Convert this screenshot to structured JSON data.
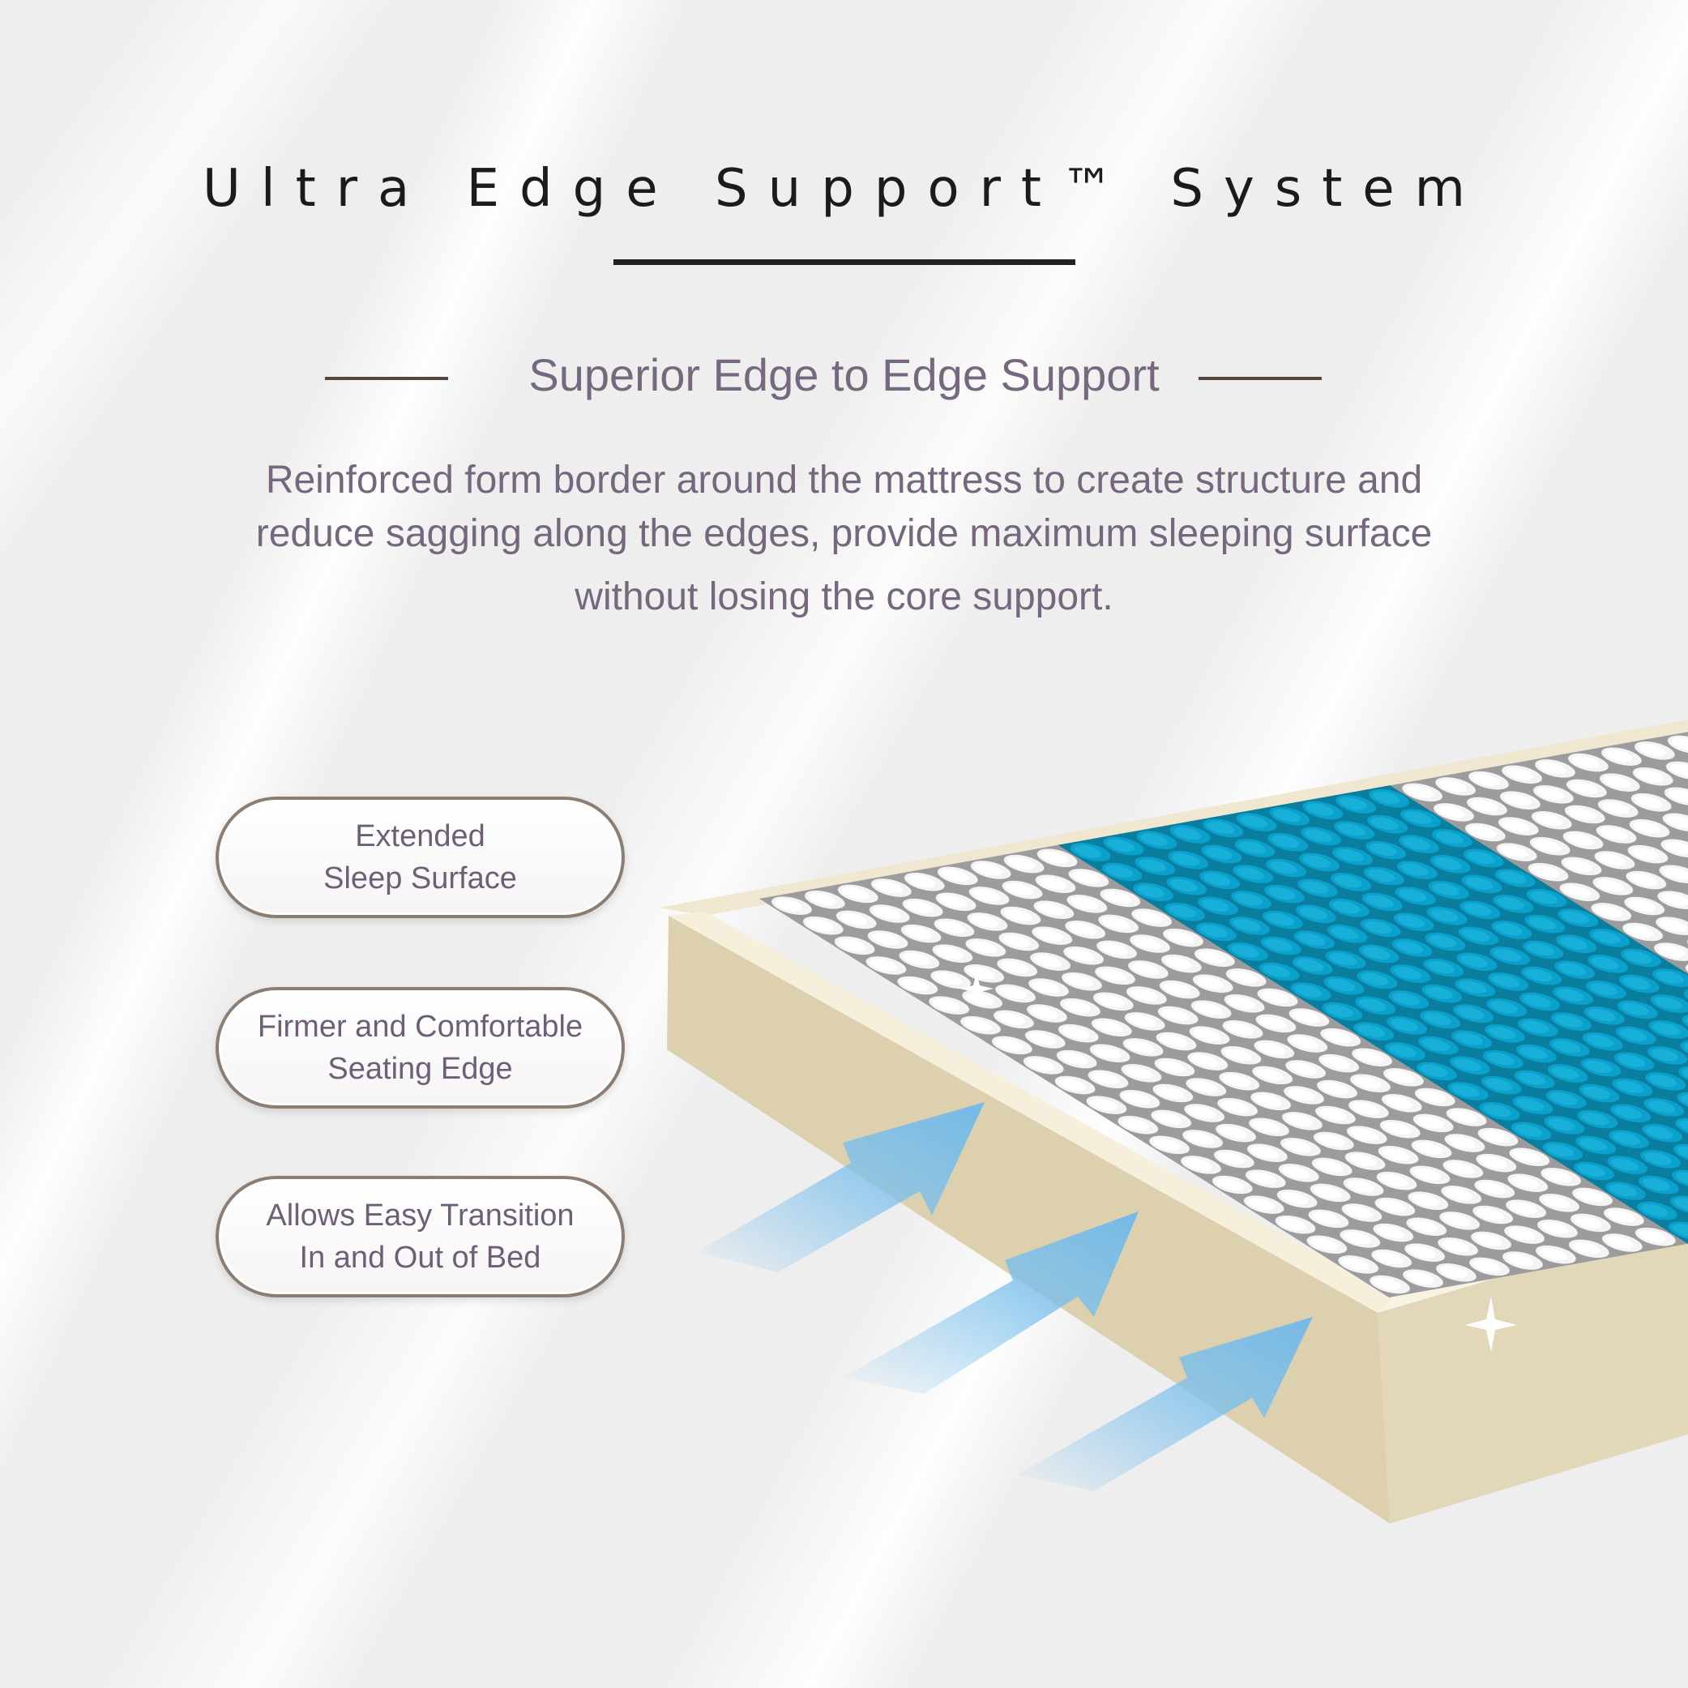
{
  "header": {
    "title": "Ultra Edge Support™ System",
    "subtitle": "Superior Edge to Edge Support"
  },
  "description": {
    "line1": "Reinforced form border around the mattress to create structure and",
    "line2": "reduce sagging along the edges, provide maximum sleeping surface",
    "line3": "without losing the core support."
  },
  "features": [
    {
      "line1": "Extended",
      "line2": "Sleep Surface"
    },
    {
      "line1": "Firmer and Comfortable",
      "line2": "Seating Edge"
    },
    {
      "line1": "Allows Easy Transition",
      "line2": "In and Out of Bed"
    }
  ],
  "colors": {
    "title": "#1c1a1c",
    "text": "#75687e",
    "coil_blue": "#0b9fc9",
    "foam": "#e6dcc0",
    "arrow": "#7cc0ec"
  }
}
